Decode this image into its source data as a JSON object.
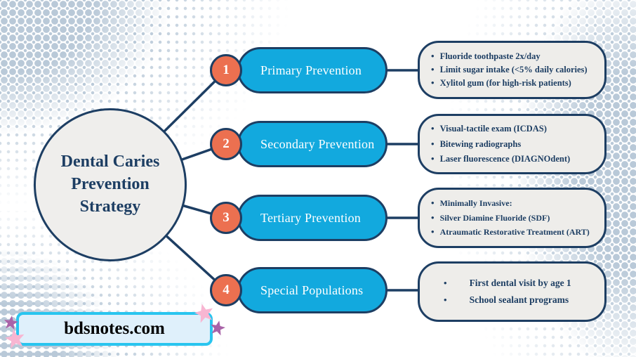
{
  "colors": {
    "navy": "#1d3e63",
    "pill-blue": "#12a9de",
    "badge-coral": "#ec7050",
    "box-gray": "#eeedea",
    "circle-gray": "#efeeec",
    "dot-blue": "#b9c9d8",
    "watermark-bg": "#dff0fb",
    "watermark-border": "#29c5ef",
    "star-pink": "#f8b6d2",
    "star-purple": "#a963a8",
    "text-white": "#ffffff",
    "watermark-text": "#000000"
  },
  "center": {
    "lines": [
      "Dental Caries",
      "Prevention",
      "Strategy"
    ]
  },
  "branches": [
    {
      "number": "1",
      "label": "Primary Prevention",
      "details": [
        "Fluoride toothpaste 2x/day",
        "Limit sugar intake (<5% daily calories)",
        "Xylitol gum (for high-risk patients)"
      ]
    },
    {
      "number": "2",
      "label": "Secondary Prevention",
      "details": [
        "Visual-tactile exam (ICDAS)",
        "Bitewing radiographs",
        "Laser fluorescence (DIAGNOdent)"
      ]
    },
    {
      "number": "3",
      "label": "Tertiary Prevention",
      "details": [
        "Minimally Invasive:",
        "Silver Diamine Fluoride (SDF)",
        "Atraumatic Restorative Treatment (ART)"
      ]
    },
    {
      "number": "4",
      "label": "Special Populations",
      "details": [
        "First dental visit by age 1",
        "School sealant programs"
      ]
    }
  ],
  "watermark": {
    "text": "bdsnotes.com"
  }
}
